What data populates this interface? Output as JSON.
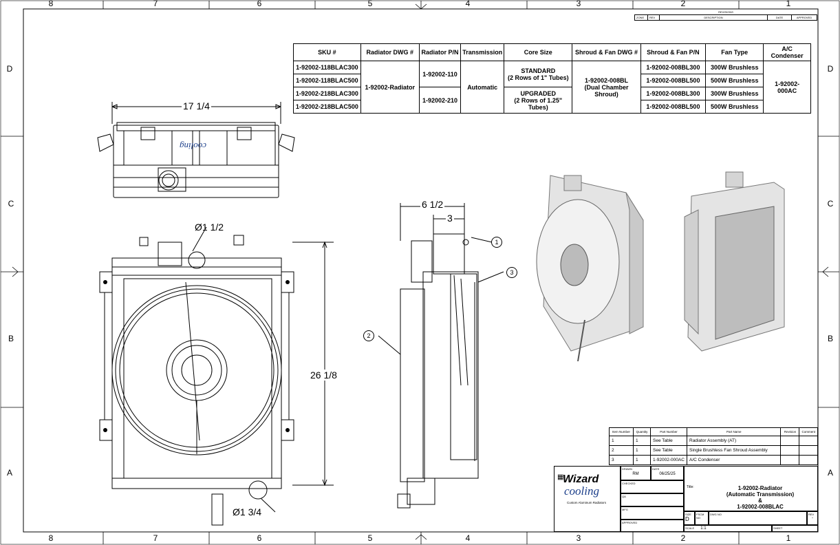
{
  "zones": {
    "columns": [
      "8",
      "7",
      "6",
      "5",
      "4",
      "3",
      "2",
      "1"
    ],
    "rows": [
      "D",
      "C",
      "B",
      "A"
    ]
  },
  "revisions": {
    "title": "REVISIONS",
    "headers": [
      "ZONE",
      "REV",
      "DESCRIPTION",
      "DATE",
      "APPROVED"
    ]
  },
  "sku_table": {
    "headers": [
      "SKU #",
      "Radiator DWG #",
      "Radiator P/N",
      "Transmission",
      "Core Size",
      "Shroud & Fan DWG #",
      "Shroud & Fan P/N",
      "Fan Type",
      "A/C Condenser"
    ],
    "skus": [
      "1-92002-118BLAC300",
      "1-92002-118BLAC500",
      "1-92002-218BLAC300",
      "1-92002-218BLAC500"
    ],
    "radiator_dwg": "1-92002-Radiator",
    "radiator_pn": [
      "1-92002-110",
      "1-92002-210"
    ],
    "transmission": "Automatic",
    "core_size": [
      {
        "line1": "STANDARD",
        "line2": "(2 Rows of 1\" Tubes)"
      },
      {
        "line1": "UPGRADED",
        "line2": "(2 Rows of 1.25\" Tubes)"
      }
    ],
    "shroud_dwg": {
      "line1": "1-92002-008BL",
      "line2": "(Dual Chamber Shroud)"
    },
    "shroud_pn": [
      "1-92002-008BL300",
      "1-92002-008BL500",
      "1-92002-008BL300",
      "1-92002-008BL500"
    ],
    "fan_type": [
      "300W Brushless",
      "500W Brushless",
      "300W Brushless",
      "500W Brushless"
    ],
    "ac_condenser": "1-92002-000AC"
  },
  "dimensions": {
    "top_width": "17 1/4",
    "inlet_dia": "Ø1 1/2",
    "height": "26 1/8",
    "outlet_dia": "Ø1 3/4",
    "side_depth": "6 1/2",
    "side_offset": "3"
  },
  "balloons": [
    "1",
    "2",
    "3"
  ],
  "bom": {
    "headers": [
      "Item Number",
      "Quantity",
      "Part Number",
      "Part Name",
      "Revision",
      "Comment"
    ],
    "rows": [
      {
        "item": "1",
        "qty": "1",
        "pn": "See Table",
        "name": "Radiator Assembly (AT)"
      },
      {
        "item": "2",
        "qty": "1",
        "pn": "See Table",
        "name": "Single Brushless Fan Shroud Assembly"
      },
      {
        "item": "3",
        "qty": "1",
        "pn": "1-92002-000AC",
        "name": "A/C Condenser"
      }
    ]
  },
  "title_block": {
    "logo_top": "Wizard",
    "logo_bottom": "cooling",
    "tagline": "Custom Aluminum Radiators",
    "drawn_label": "DRAWN",
    "drawn_by": "RM",
    "date_label": "DATE",
    "drawn_date": "06/25/25",
    "checked_label": "CHECKED",
    "qa_label": "QA",
    "mfg_label": "MFG",
    "approved_label": "APPROVED",
    "title_label": "Title:",
    "title_lines": [
      "1-92002-Radiator",
      "(Automatic Transmission)",
      "&",
      "1-92002-008BLAC"
    ],
    "size_label": "SIZE",
    "size_value": "D",
    "fscm_label": "FSCM NO",
    "dwg_label": "DWG NO",
    "rev_label": "REV",
    "rev_value": "-",
    "scale_label": "SCALE",
    "scale_value": "1:1",
    "sheet_label": "SHEET"
  }
}
